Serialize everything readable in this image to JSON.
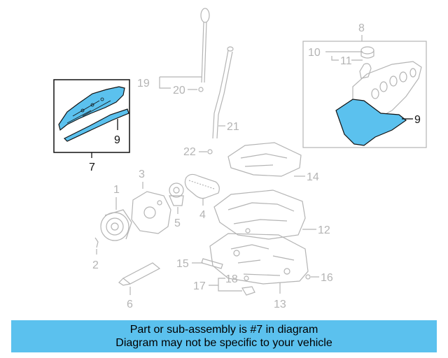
{
  "colors": {
    "banner_bg": "#5bc1ee",
    "highlight_fill": "#5bc1ee",
    "part_line": "#b4b4b4",
    "callout_text": "#111111"
  },
  "callouts": {
    "c1": "1",
    "c2": "2",
    "c3": "3",
    "c4": "4",
    "c5": "5",
    "c6": "6",
    "c7": "7",
    "c8": "8",
    "c9_left": "9",
    "c9_right": "9",
    "c10": "10",
    "c11": "11",
    "c12": "12",
    "c13": "13",
    "c14": "14",
    "c15": "15",
    "c16": "16",
    "c17": "17",
    "c18": "18",
    "c19": "19",
    "c20": "20",
    "c21": "21",
    "c22": "22"
  },
  "banner": {
    "line1": "Part or sub-assembly is #7 in diagram",
    "line2": "Diagram may not be specific to your vehicle"
  }
}
